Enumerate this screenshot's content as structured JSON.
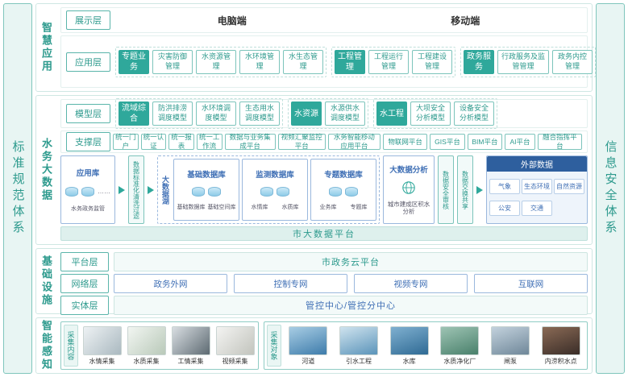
{
  "colors": {
    "teal": "#2FA89B",
    "teal_dark": "#2D9A8D",
    "blue": "#3F6FB5",
    "dark_blue": "#2E5F9E"
  },
  "sidebar_left": {
    "title": "标准规范体系"
  },
  "sidebar_right": {
    "title": "信息安全体系"
  },
  "smart_app": {
    "title": "智慧应用",
    "display_layer": {
      "label": "展示层",
      "pc": "电脑端",
      "mobile": "移动端"
    },
    "app_layer": {
      "label": "应用层",
      "groups": [
        {
          "head": "专题业务",
          "items": [
            "灾害防御管理",
            "水资源管理",
            "水环境管理",
            "水生态管理"
          ]
        },
        {
          "head": "工程管理",
          "items": [
            "工程运行管理",
            "工程建设管理"
          ]
        },
        {
          "head": "政务服务",
          "items": [
            "行政服务及监管管理",
            "政务内控管理"
          ]
        }
      ]
    }
  },
  "big_data": {
    "title": "水务大数据",
    "model_layer": {
      "label": "模型层",
      "groups": [
        {
          "head": "流域综合",
          "items": [
            "防洪排涝调度模型",
            "水环境调度模型",
            "生态用水调度模型"
          ]
        },
        {
          "head": "水资源",
          "items": [
            "水源供水调度模型"
          ]
        },
        {
          "head": "水工程",
          "items": [
            "大坝安全分析模型",
            "设备安全分析模型"
          ]
        }
      ]
    },
    "support_layer": {
      "label": "支撑层",
      "items": [
        "统一门户",
        "统一认证",
        "统一报表",
        "统一工作流",
        "数据与业务集成平台",
        "视频汇聚监控平台",
        "水务智能移动应用平台",
        "物联网平台",
        "GIS平台",
        "BIM平台",
        "AI平台",
        "融合指挥平台"
      ]
    },
    "data_flow": {
      "app_db": {
        "title": "应用库",
        "dots": "……",
        "note": "水务政务监管"
      },
      "cleanse": "数据标准化清洗过滤",
      "lake": {
        "label": "大数据湖",
        "groups": [
          {
            "title": "基础数据库",
            "dbs": [
              "基础数据库",
              "基础空间库"
            ]
          },
          {
            "title": "监测数据库",
            "dbs": [
              "水情库",
              "水质库"
            ]
          },
          {
            "title": "专题数据库",
            "dbs": [
              "业务库",
              "专题库"
            ]
          }
        ]
      },
      "analysis": {
        "title": "大数据分析",
        "caption": "城市建成区积水分析"
      },
      "audit": "数据安全审核",
      "exchange": "数据交换共享",
      "external": {
        "title": "外部数据",
        "items": [
          "气象",
          "生态环境",
          "自然资源",
          "公安",
          "交通"
        ]
      }
    },
    "platform_bar": "市大数据平台"
  },
  "infra": {
    "title": "基础设施",
    "platform_layer": {
      "label": "平台层",
      "value": "市政务云平台"
    },
    "network_layer": {
      "label": "网络层",
      "items": [
        "政务外网",
        "控制专网",
        "视频专网",
        "互联网"
      ]
    },
    "entity_layer": {
      "label": "实体层",
      "value": "管控中心/管控分中心"
    }
  },
  "perception": {
    "title": "智能感知",
    "content_group": {
      "label": "采集内容",
      "items": [
        "水情采集",
        "水质采集",
        "工情采集",
        "视频采集"
      ]
    },
    "object_group": {
      "label": "采集对象",
      "items": [
        "河道",
        "引水工程",
        "水库",
        "水质净化厂",
        "闸泵",
        "内涝积水点"
      ]
    }
  }
}
